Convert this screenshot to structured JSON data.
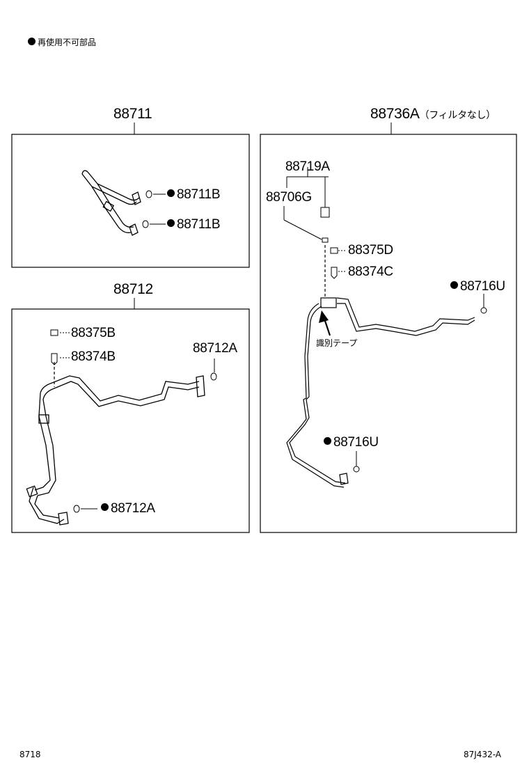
{
  "legend": {
    "text": "再使用不可部品"
  },
  "groups": {
    "g88711": {
      "title": "88711",
      "part_b1": "88711B",
      "part_b2": "88711B"
    },
    "g88712": {
      "title": "88712",
      "part_375": "88375B",
      "part_374": "88374B",
      "part_a_top": "88712A",
      "part_a_bottom": "88712A"
    },
    "g88736": {
      "title": "88736A",
      "title_suffix": "（フィルタなし）",
      "part_719": "88719A",
      "part_706": "88706G",
      "part_375": "88375D",
      "part_374": "88374C",
      "part_716_top": "88716U",
      "part_716_bottom": "88716U",
      "tape_label": "識別テープ"
    }
  },
  "footer": {
    "left": "8718",
    "right": "87J432-A"
  }
}
